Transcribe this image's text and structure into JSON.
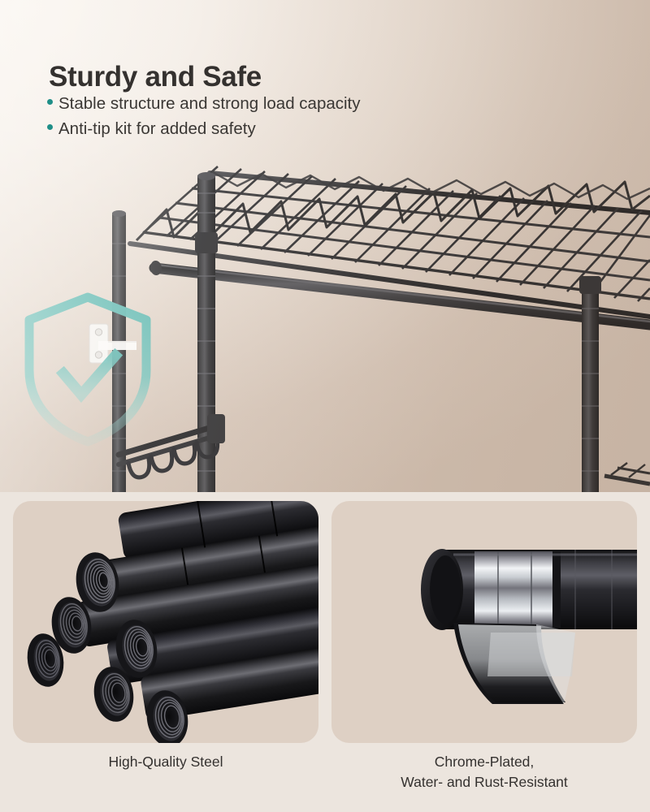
{
  "hero": {
    "title": "Sturdy and Safe",
    "bullets": [
      "Stable structure and strong load capacity",
      "Anti-tip kit for added safety"
    ],
    "icons": {
      "shield": "shield-check-icon",
      "anti_tip_bracket": "anti-tip-bracket-icon",
      "rack": "wire-shelf-rack-illustration"
    }
  },
  "cards": [
    {
      "image": "black-steel-tubes-bundle-image",
      "caption_line1": "High-Quality Steel",
      "caption_line2": ""
    },
    {
      "image": "chrome-plated-tube-cutaway-image",
      "caption_line1": "Chrome-Plated,",
      "caption_line2": "Water- and Rust-Resistant"
    }
  ],
  "colors": {
    "heading": "#34312f",
    "body_text": "#3a3734",
    "bullet_dot": "#1f8f88",
    "shield_teal": "#4fb3ab",
    "hero_bg_light": "#f2ece6",
    "hero_bg_tan": "#d3c2b4",
    "page_bg": "#ece5de",
    "card_bg": "#ded0c4",
    "metal_black": "#1d1d1f",
    "chrome_light": "#e9ecef"
  }
}
